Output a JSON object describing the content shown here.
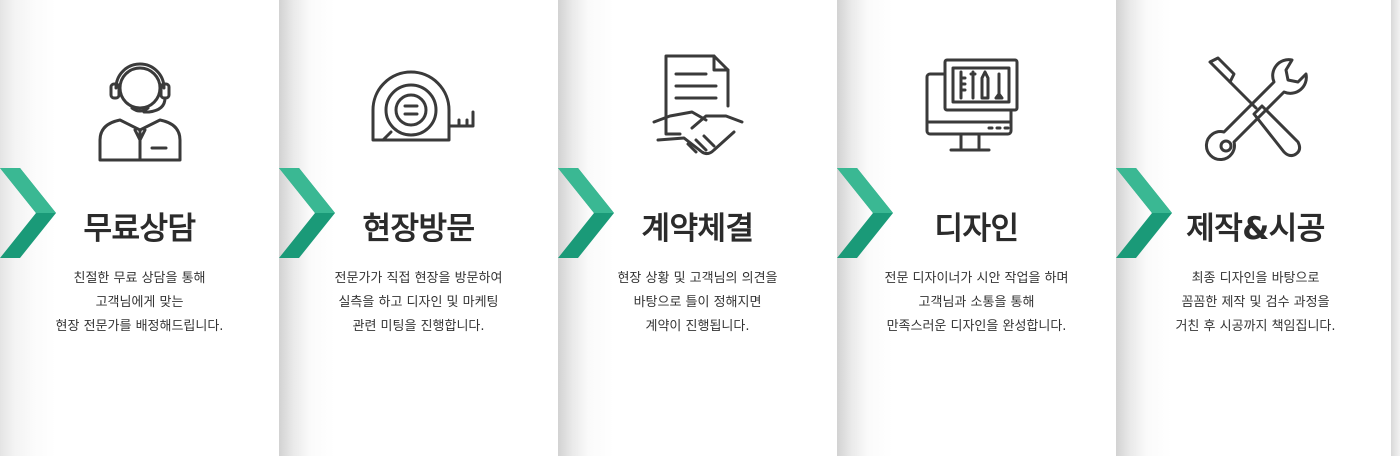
{
  "colors": {
    "accent": "#1a9a78",
    "accent_light": "#3ab893",
    "text_dark": "#2b2b2b",
    "icon_stroke": "#3a3a3a"
  },
  "steps": [
    {
      "icon": "headset-agent-icon",
      "title": "무료상담",
      "lines": [
        "친절한 무료 상담을 통해",
        "고객님에게 맞는",
        "현장 전문가를 배정해드립니다."
      ]
    },
    {
      "icon": "tape-measure-icon",
      "title": "현장방문",
      "lines": [
        "전문가가 직접 현장을 방문하여",
        "실측을 하고 디자인 및 마케팅",
        "관련 미팅을 진행합니다."
      ]
    },
    {
      "icon": "contract-handshake-icon",
      "title": "계약체결",
      "lines": [
        "현장 상황 및 고객님의 의견을",
        "바탕으로 틀이 정해지면",
        "계약이 진행됩니다."
      ]
    },
    {
      "icon": "monitor-design-icon",
      "title": "디자인",
      "lines": [
        "전문 디자이너가 시안 작업을 하며",
        "고객님과 소통을 통해",
        "만족스러운 디자인을 완성합니다."
      ]
    },
    {
      "icon": "wrench-screwdriver-icon",
      "title": "제작&시공",
      "lines": [
        "최종 디자인을 바탕으로",
        "꼼꼼한 제작 및 검수 과정을",
        "거친 후 시공까지 책임집니다."
      ]
    }
  ]
}
